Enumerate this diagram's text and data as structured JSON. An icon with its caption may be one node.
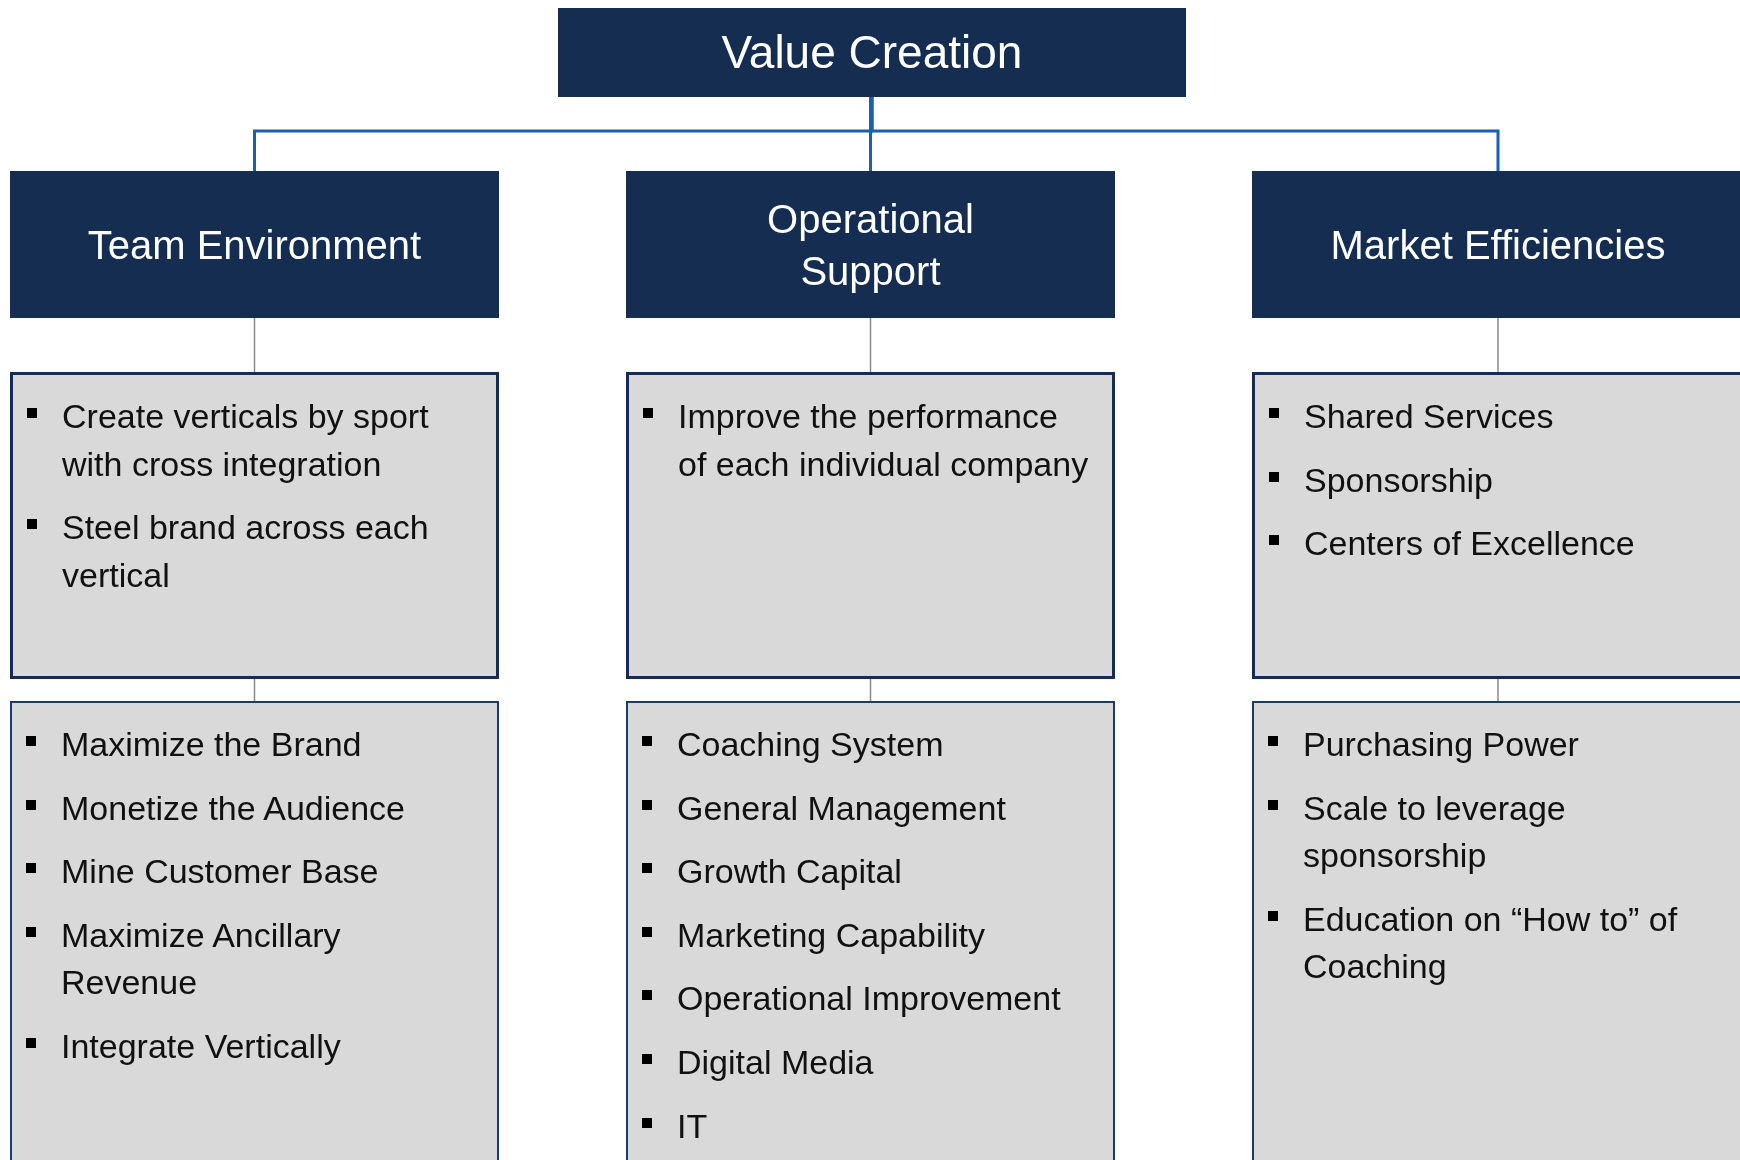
{
  "diagram": {
    "nodes": [
      {
        "text": [
          "Value Creation"
        ]
      },
      {
        "text": [
          "Team Environment"
        ]
      },
      {
        "text": [
          "Operational Support"
        ]
      },
      {
        "text": [
          "Market Efficiencies"
        ]
      },
      {
        "text": [
          "Create verticals by sport with cross integration",
          "Steel brand across each vertical"
        ]
      },
      {
        "text": [
          "Improve the performance of each individual company"
        ]
      },
      {
        "text": [
          "Shared Services",
          "Sponsorship",
          "Centers of Excellence"
        ]
      },
      {
        "text": [
          "Maximize the Brand",
          "Monetize the Audience",
          "Mine Customer Base",
          "Maximize Ancillary Revenue",
          "Integrate Vertically"
        ]
      },
      {
        "text": [
          "Coaching System",
          "General Management",
          "Growth Capital",
          "Marketing Capability",
          "Operational Improvement",
          "Digital Media",
          "IT"
        ]
      },
      {
        "text": [
          "Purchasing Power",
          "Scale to leverage sponsorship",
          "Education on “How to” of Coaching"
        ]
      }
    ],
    "edges": [
      {
        "from": 0,
        "to": 1,
        "arrow": "none",
        "color": "#1a5fb4"
      },
      {
        "from": 0,
        "to": 2,
        "arrow": "none",
        "color": "#1a5fb4"
      },
      {
        "from": 0,
        "to": 3,
        "arrow": "none",
        "color": "#1a5fb4"
      },
      {
        "from": 1,
        "to": 4,
        "arrow": "none"
      },
      {
        "from": 2,
        "to": 5,
        "arrow": "none"
      },
      {
        "from": 3,
        "to": 6,
        "arrow": "none"
      },
      {
        "from": 4,
        "to": 7,
        "arrow": "none"
      },
      {
        "from": 5,
        "to": 8,
        "arrow": "none"
      },
      {
        "from": 6,
        "to": 9,
        "arrow": "none"
      }
    ]
  }
}
